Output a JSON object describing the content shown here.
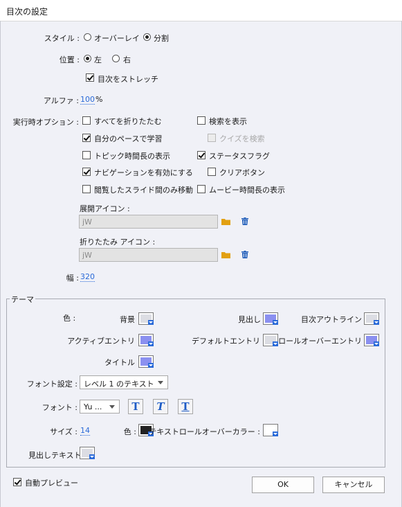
{
  "window": {
    "title": "目次の設定"
  },
  "style": {
    "label": "スタイル :",
    "option_overlay": "オーバーレイ",
    "option_split": "分割",
    "selected": "分割"
  },
  "position": {
    "label": "位置 :",
    "option_left": "左",
    "option_right": "右",
    "selected": "左",
    "stretch_label": "目次をストレッチ",
    "stretch_checked": true
  },
  "alpha": {
    "label": "アルファ :",
    "value": "100",
    "unit": "%"
  },
  "runtime": {
    "label": "実行時オプション :",
    "options": [
      {
        "label": "すべてを折りたたむ",
        "checked": false
      },
      {
        "label": "検索を表示",
        "checked": false
      },
      {
        "label": "自分のペースで学習",
        "checked": true
      },
      {
        "label": "クイズを検索",
        "checked": false,
        "disabled": true
      },
      {
        "label": "トピック時間長の表示",
        "checked": false
      },
      {
        "label": "ステータスフラグ",
        "checked": true
      },
      {
        "label": "ナビゲーションを有効にする",
        "checked": true
      },
      {
        "label": "クリアボタン",
        "checked": false
      },
      {
        "label": "閲覧したスライド間のみ移動",
        "checked": false
      },
      {
        "label": "ムービー時間長の表示",
        "checked": false
      }
    ],
    "expand_icon_label": "展開アイコン :",
    "expand_icon_value": "jW",
    "collapse_icon_label": "折りたたみ アイコン :",
    "collapse_icon_value": "jW",
    "folder_icon": "folder-icon",
    "delete_icon": "trash-icon"
  },
  "width": {
    "label": "幅 :",
    "value": "320"
  },
  "theme": {
    "legend": "テーマ",
    "color_label": "色 :",
    "background": "背景",
    "heading": "見出し",
    "toc_outline": "目次アウトライン",
    "active_entry": "アクティブエントリ",
    "default_entry": "デフォルトエントリ",
    "rollover_entry": "ロールオーバーエントリ",
    "title": "タイトル",
    "font_settings_label": "フォント設定 :",
    "font_settings_value": "レベル 1 のテキスト",
    "font_label": "フォント :",
    "font_value": "Yu ...",
    "bold_glyph": "T",
    "italic_glyph": "T",
    "underline_glyph": "T",
    "size_label": "サイズ :",
    "size_value": "14",
    "text_color_label": "色 :",
    "text_rollover_label": "テキストロールオーバーカラー :",
    "heading_text_label": "見出しテキスト",
    "colors": {
      "background": "#dcdde3",
      "heading": "#8b90f0",
      "toc_outline": "#dcdde3",
      "active_entry": "#8b90f0",
      "default_entry": "#dcdde3",
      "rollover_entry": "#8b90f0",
      "title": "#8b90f0",
      "text": "#222222",
      "text_rollover": "#ffffff",
      "heading_text": "#dcdde3"
    }
  },
  "footer": {
    "auto_preview_label": "自動プレビュー",
    "auto_preview_checked": true,
    "ok_label": "OK",
    "cancel_label": "キャンセル"
  },
  "accent_color": "#2a6ad8"
}
